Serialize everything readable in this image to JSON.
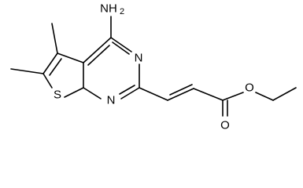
{
  "molecule": {
    "atoms": {
      "s1": "S",
      "n1": "N",
      "n2": "N",
      "nh2": "NH",
      "nh2_sub": "2",
      "o_carbonyl": "O",
      "o_ester": "O"
    }
  },
  "colors": {
    "bond": "#000000",
    "text": "#000000",
    "background": "#ffffff"
  }
}
